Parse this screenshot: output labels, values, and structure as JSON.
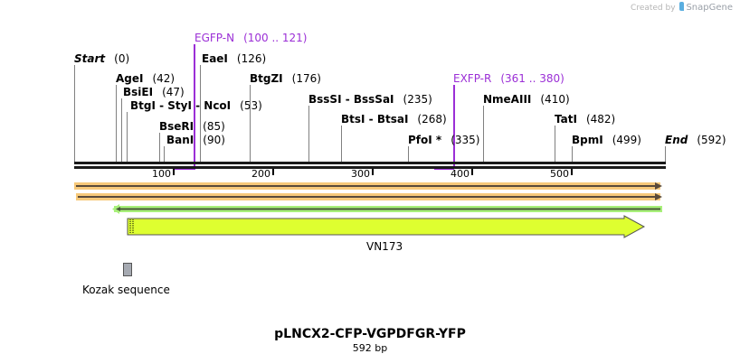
{
  "credit": {
    "prefix": "Created by",
    "brand": "SnapGene"
  },
  "map": {
    "title": "pLNCX2-CFP-VGPDFGR-YFP",
    "length": "592 bp",
    "start_label": "Start",
    "start_pos": "(0)",
    "end_label": "End",
    "end_pos": "(592)"
  },
  "enzymes": [
    {
      "name": "AgeI",
      "pos": "(42)"
    },
    {
      "name": "BsiEI",
      "pos": "(47)"
    },
    {
      "name": "BtgI  - StyI  - NcoI",
      "pos": "(53)"
    },
    {
      "name": "BseRI",
      "pos": "(85)"
    },
    {
      "name": "BanI",
      "pos": "(90)"
    },
    {
      "name": "EaeI",
      "pos": "(126)"
    },
    {
      "name": "BtgZI",
      "pos": "(176)"
    },
    {
      "name": "BssSI  - BssSaI",
      "pos": "(235)"
    },
    {
      "name": "BtsI  - BtsaI",
      "pos": "(268)"
    },
    {
      "name": "PfoI *",
      "pos": "(335)"
    },
    {
      "name": "NmeAIII",
      "pos": "(410)"
    },
    {
      "name": "TatI",
      "pos": "(482)"
    },
    {
      "name": "BpmI",
      "pos": "(499)"
    }
  ],
  "primers": [
    {
      "name": "EGFP-N",
      "range": "(100 .. 121)",
      "color": "#9b2fd6"
    },
    {
      "name": "EXFP-R",
      "range": "(361 .. 380)",
      "color": "#9b2fd6"
    }
  ],
  "ruler": {
    "ticks": [
      "100",
      "200",
      "300",
      "400",
      "500"
    ]
  },
  "features": [
    {
      "name": "VN173",
      "color": "#deff30",
      "direction": "forward"
    },
    {
      "name": "Kozak sequence",
      "color": "#a6aab2"
    }
  ],
  "colors": {
    "orf": "#f7c97a",
    "green_feature": "#a8f07a",
    "primer": "#9b2fd6"
  }
}
